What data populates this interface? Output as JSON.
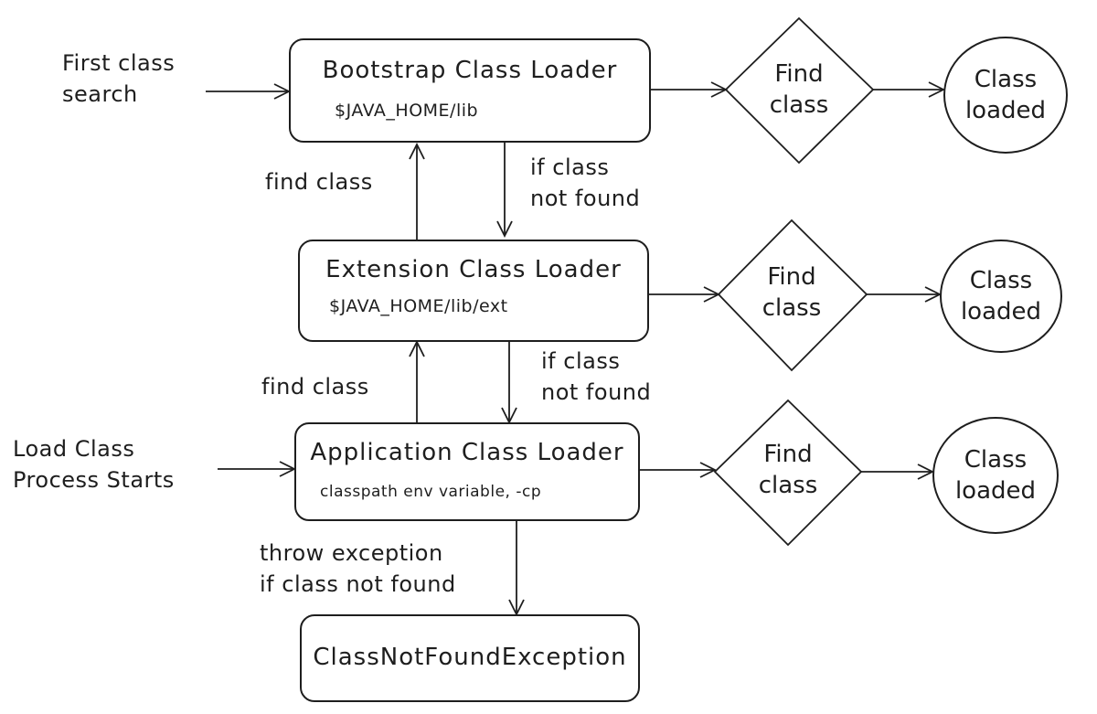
{
  "loaders": {
    "bootstrap": {
      "title": "Bootstrap Class Loader",
      "path": "$JAVA_HOME/lib"
    },
    "extension": {
      "title": "Extension Class Loader",
      "path": "$JAVA_HOME/lib/ext"
    },
    "application": {
      "title": "Application Class Loader",
      "path": "classpath env variable, -cp"
    }
  },
  "exception_box": "ClassNotFoundException",
  "decision": {
    "line1": "Find",
    "line2": "class"
  },
  "result": {
    "line1": "Class",
    "line2": "loaded"
  },
  "labels": {
    "first_search_1": "First class",
    "first_search_2": "search",
    "load_start_1": "Load Class",
    "load_start_2": "Process Starts",
    "find_class": "find class",
    "not_found_1": "if class",
    "not_found_2": "not found",
    "throw_1": "throw exception",
    "throw_2": "if class not found"
  }
}
